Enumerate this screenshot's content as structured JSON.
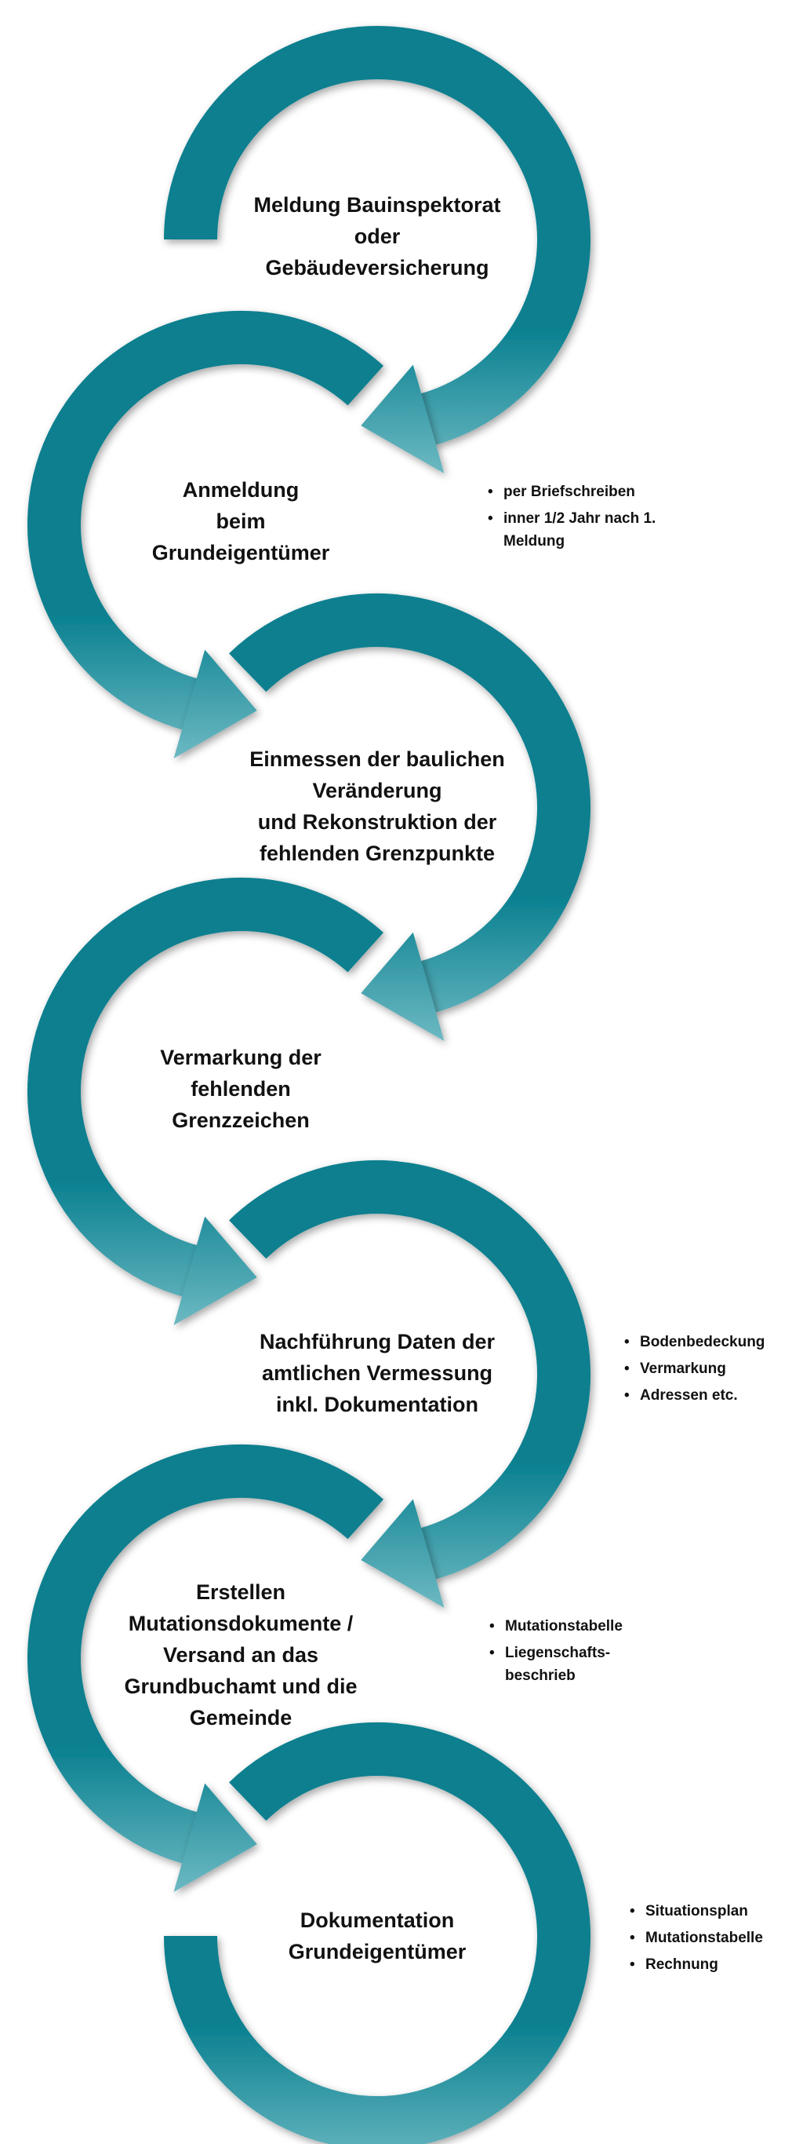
{
  "colors": {
    "arrow": "#087f8f",
    "arrow_fade": "#7cc2ca",
    "text": "#111111"
  },
  "steps": [
    {
      "lines": [
        "Meldung Bauinspektorat",
        "oder",
        "Gebäudeversicherung"
      ]
    },
    {
      "lines": [
        "Anmeldung",
        "beim",
        "Grundeigentümer"
      ]
    },
    {
      "lines": [
        "Einmessen der baulichen",
        "Veränderung",
        "und Rekonstruktion der",
        "fehlenden Grenzpunkte"
      ]
    },
    {
      "lines": [
        "Vermarkung der",
        "fehlenden",
        "Grenzzeichen"
      ]
    },
    {
      "lines": [
        "Nachführung Daten der",
        "amtlichen Vermessung",
        "inkl. Dokumentation"
      ]
    },
    {
      "lines": [
        "Erstellen",
        "Mutationsdokumente /",
        "Versand an das",
        "Grundbuchamt und die",
        "Gemeinde"
      ]
    },
    {
      "lines": [
        "Dokumentation",
        "Grundeigentümer"
      ]
    }
  ],
  "notes": {
    "step2": [
      "per Briefschreiben",
      "inner 1/2 Jahr nach 1. Meldung"
    ],
    "step5": [
      "Bodenbedeckung",
      "Vermarkung",
      "Adressen etc."
    ],
    "step6": [
      "Mutationstabelle",
      "Liegenschafts-beschrieb"
    ],
    "step7": [
      "Situationsplan",
      "Mutationstabelle",
      "Rechnung"
    ]
  }
}
